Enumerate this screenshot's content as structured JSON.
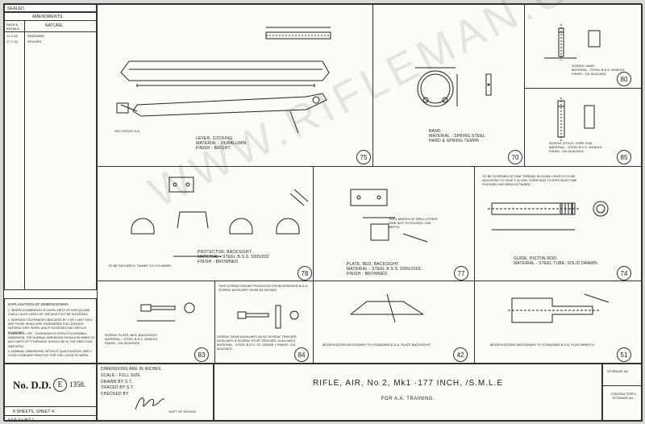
{
  "sealed": "SEALED.",
  "amendments": {
    "title": "AMENDMENTS.",
    "col_date": "DATE & INITIALS",
    "col_nature": "NATURE.",
    "rows": [
      {
        "date": "11-2-34.",
        "nature": "REDRAWN"
      },
      {
        "date": "27-7-34.",
        "nature": "REVISED"
      }
    ]
  },
  "explanation": {
    "title": "EXPLANATION OF DIMENSIONING.",
    "items": [
      "1. WHERE A DIMENSION IS GIVEN LIMITS OF HIGH (H) AND LOW (L) SUCH LIMITS OF SIZE MUST NOT BE EXCEEDED.",
      "2. WORKING TOLERANCES INDICATED BY ± OR ± UNIT SIGN ARE THOSE WHICH ARE CONSIDERED FULL ENOUGH SATISFACTORY WORK, AND IF EXCEEDED ANY ARTICLE REJECTED.",
      "3. WHERE A + OR - TOLERANCE IS GIVEN TO A NOMINAL DIMENSION, THE NOMINAL DIMENSION SHOULD BE AIMED AT, ANY LIMITS OF TOLERANCE SHOULD BE IN THE DIRECTION INDICATED.",
      "4. NOMINAL DIMENSIONS, WITHOUT QUALIFICATION, IMPLY GOOD STANDARD PRACTICE FOR THIS CLASS OF WORK."
    ]
  },
  "title_block": {
    "dd_prefix": "No. D.D.",
    "dd_letter": "E",
    "dd_number": "1358.",
    "sheets": "8 SHEETS, SHEET 4.",
    "ref": "A.S.B.  6-1-36  R.T.",
    "dims_note": "DIMENSIONS ARE IN INCHES.",
    "scale": "SCALE:- FULL SIZE.",
    "drawn_by": "DRAWN BY   S.T.",
    "traced_by": "TRACED BY   S.T.",
    "checked_by": "CHECKED BY",
    "supt": "SUPT OF DESIGN",
    "main_title": "RIFLE, AIR, No 2, Mk1 ·177 INCH, /S.M.L.E",
    "subtitle": "FOR A.A. TRAINING.",
    "storage_no": "STORAGE No.",
    "contractors": "CONTRACTOR'S STORAGE No."
  },
  "watermark": "WWW.RIFLEMAN.ORG.UK",
  "parts": [
    {
      "num": "75",
      "caption": "LEVER, COCKING\nMATERIAL - DURALUMIN\nFINISH - BRIGHT."
    },
    {
      "num": "70",
      "caption": "BAND.\nMATERIAL - SPRING STEEL\nHARD & SPRING TEMPR"
    },
    {
      "num": "80",
      "caption": "SCREW, HAND.\nMATERIAL - STEEL B.S.S. 5005/101\nFINISH - OIL BLACKED"
    },
    {
      "num": "85",
      "caption": "SCREW, STOCK, FORE END.\nMATERIAL - STEEL B.S.S. 5005/101\nFINISH - OIL BLACKED"
    },
    {
      "num": "78",
      "caption": "PROTECTOR, BACKSIGHT.\nMATERIAL - STEEL B.S.S. 5005/202\nFINISH - BROWNED"
    },
    {
      "num": "77",
      "caption": "PLATE, BED, BACKSIGHT.\nMATERIAL - STEEL B.S.S. 5005/1003.\nFINISH - BROWNED."
    },
    {
      "num": "74",
      "caption": "GUIDE, PISTON ROD.\nMATERIAL - STEEL TUBE, SOLID DRAWN."
    },
    {
      "num": "83",
      "caption": "SCREW, PLATE, BED, BACKSIGHT.\nMATERIAL - STEEL B.S.S. 5005/101\nFINISH - OIL BLACKED."
    },
    {
      "num": "84",
      "caption": "SCREW, SEAR AUXILIARY (ALSO SCREW, TRIGGER AUXILIARY & SCREW, STOP, TRIGGER, AUXILIARY)\nMATERIAL - STEEL B.S.S. 7Z, GRADE 1\nFINISH - OIL BLACKED."
    },
    {
      "num": "42",
      "caption": "MODIFICATION NECESSARY TO STANDARD B.S.A. PLATE BACKSIGHT"
    },
    {
      "num": "51",
      "caption": "MODIFICATIONS NECESSARY TO STANDARD B.S.A. PLUG BREECH"
    }
  ],
  "notes": {
    "to_be_secured": "TO BE SECURELY TINNED TO CYLINDER",
    "guide_note": "TO BE SCREWED AT ONE THREAD IN GUIDE LENGTH TO BE ADJUSTED TO GIVE 1·02 MIN. OVER RUN TO PISTON AT FINE COCKING HAS BEEN ATTAINED",
    "sear_note": "THIS SCREW CAN BE PRODUCED FROM MODIFIED B.S.A. SCREW, AUXILIARY SEAR AS SHOWN",
    "plate_note": "TOOL MARKS OF DRILL EITHER SIDE NOT TO EXCEED ·005 DEPTH",
    "section_aa": "SECTION AT A.A."
  }
}
